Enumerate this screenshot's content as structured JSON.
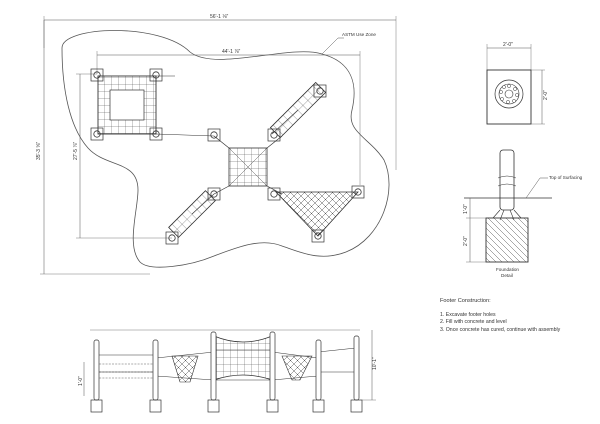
{
  "plan": {
    "use_zone_label": "ASTM Use Zone",
    "overall_width": "56'-1 ⅛\"",
    "overall_height": "35'-3 ⅝\"",
    "inner_width": "44'-1 ⅞\"",
    "inner_height": "27'-5 ⅞\""
  },
  "foundation": {
    "top_width": "2'-0\"",
    "top_height": "2'-0\"",
    "surfacing_label": "Top of Surfacing",
    "embed_depth": "1'-0\"",
    "footing_depth": "2'-0\"",
    "caption_line1": "Foundation",
    "caption_line2": "Detail"
  },
  "elevation": {
    "height_dim": "10'-1\"",
    "deck_dim": "1'-0\""
  },
  "footer": {
    "title": "Footer Construction:",
    "steps": [
      "1.  Excavate footer holes",
      "2.  Fill with concrete and level",
      "3.  Once concrete has cured, continue with assembly"
    ]
  }
}
